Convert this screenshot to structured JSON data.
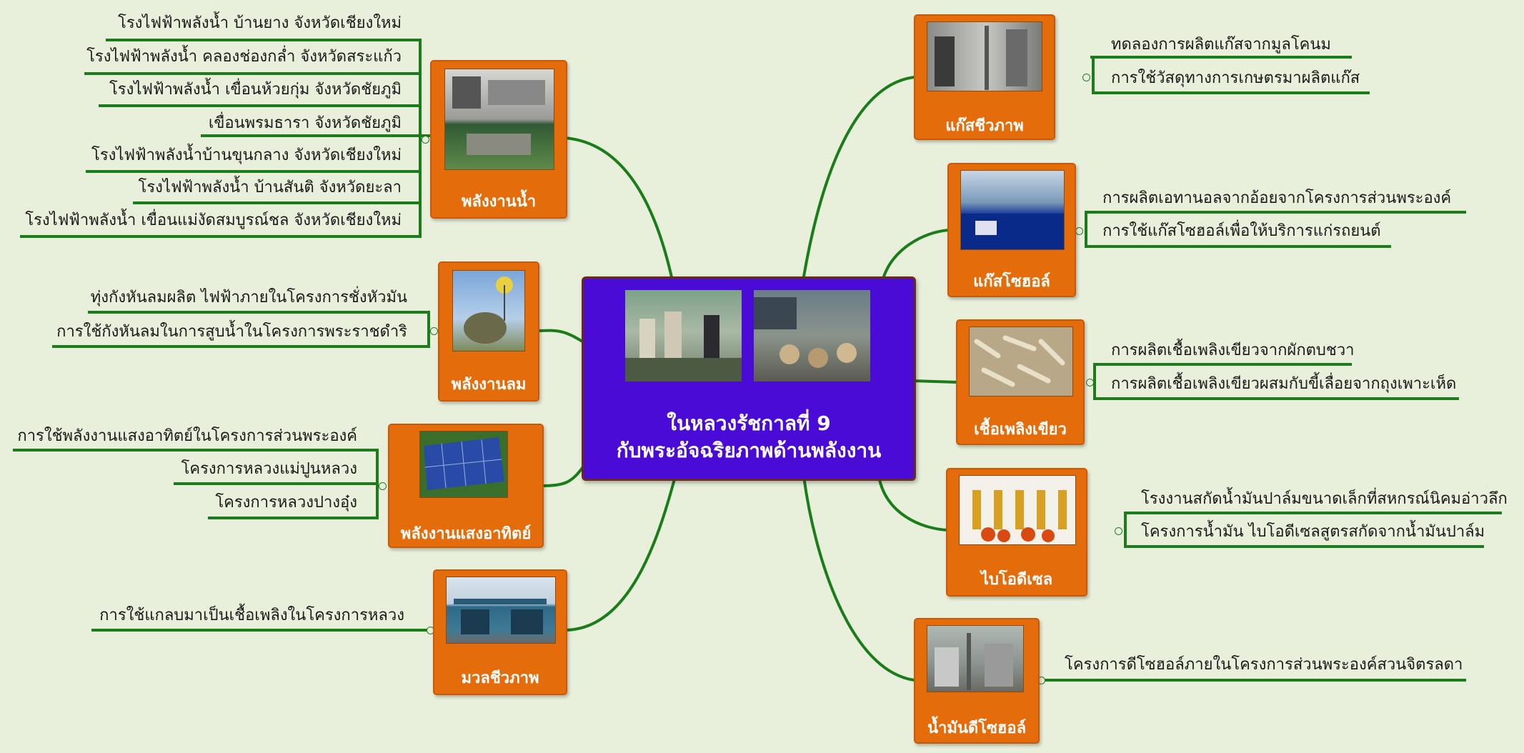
{
  "center": {
    "line1": "ในหลวงรัชกาลที่ 9",
    "line2": "กับพระอัจฉริยภาพด้านพลังงาน"
  },
  "categories": {
    "water": {
      "label": "พลังงานน้ำ",
      "items": [
        "โรงไฟฟ้าพลังน้ำ บ้านยาง จังหวัดเชียงใหม่",
        "โรงไฟฟ้าพลังน้ำ คลองช่องกล่ำ จังหวัดสระแก้ว",
        "โรงไฟฟ้าพลังน้ำ เขื่อนห้วยกุ่ม จังหวัดชัยภูมิ",
        "เขื่อนพรมธารา จังหวัดชัยภูมิ",
        "โรงไฟฟ้าพลังน้ำบ้านขุนกลาง จังหวัดเชียงใหม่",
        "โรงไฟฟ้าพลังน้ำ บ้านสันติ จังหวัดยะลา",
        "โรงไฟฟ้าพลังน้ำ เขื่อนแม่งัดสมบูรณ์ชล จังหวัดเชียงใหม่"
      ]
    },
    "wind": {
      "label": "พลังงานลม",
      "items": [
        "ทุ่งกังหันลมผลิต ไฟฟ้าภายในโครงการชั่งหัวมัน",
        "การใช้กังหันลมในการสูบน้ำในโครงการพระราชดำริ"
      ]
    },
    "solar": {
      "label": "พลังงานแสงอาทิตย์",
      "items": [
        "การใช้พลังงานแสงอาทิตย์ในโครงการส่วนพระองค์",
        "โครงการหลวงแม่ปูนหลวง",
        "โครงการหลวงปางอุ๋ง"
      ]
    },
    "biomass": {
      "label": "มวลชีวภาพ",
      "items": [
        "การใช้แกลบมาเป็นเชื้อเพลิงในโครงการหลวง"
      ]
    },
    "biogas": {
      "label": "แก๊สชีวภาพ",
      "items": [
        "ทดลองการผลิตแก๊สจากมูลโคนม",
        "การใช้วัสดุทางการเกษตรมาผลิตแก๊ส"
      ]
    },
    "gasohol": {
      "label": "แก๊สโซฮอล์",
      "items": [
        "การผลิตเอทานอลจากอ้อยจากโครงการส่วนพระองค์",
        "การใช้แก๊สโซฮอล์เพื่อให้บริการแก่รถยนต์"
      ]
    },
    "greenfuel": {
      "label": "เชื้อเพลิงเขียว",
      "items": [
        "การผลิตเชื้อเพลิงเขียวจากผักตบชวา",
        "การผลิตเชื้อเพลิงเขียวผสมกับขี้เลื่อยจากถุงเพาะเห็ด"
      ]
    },
    "biodiesel": {
      "label": "ไบโอดีเซล",
      "items": [
        "โรงงานสกัดน้ำมันปาล์มขนาดเล็กที่สหกรณ์นิคมอ่าวลึก",
        "โครงการน้ำมัน ไบโอดีเซลสูตรสกัดจากน้ำมันปาล์ม"
      ]
    },
    "diesohol": {
      "label": "น้ำมันดีโซฮอล์",
      "items": [
        "โครงการดีโซฮอล์ภายในโครงการส่วนพระองค์สวนจิตรลดา"
      ]
    }
  },
  "colors": {
    "background": "#e8f0dc",
    "branch": "#1a7d1a",
    "category_box": "#e46c0a",
    "center_box": "#4a0bd6",
    "label_text": "#ffffff"
  }
}
